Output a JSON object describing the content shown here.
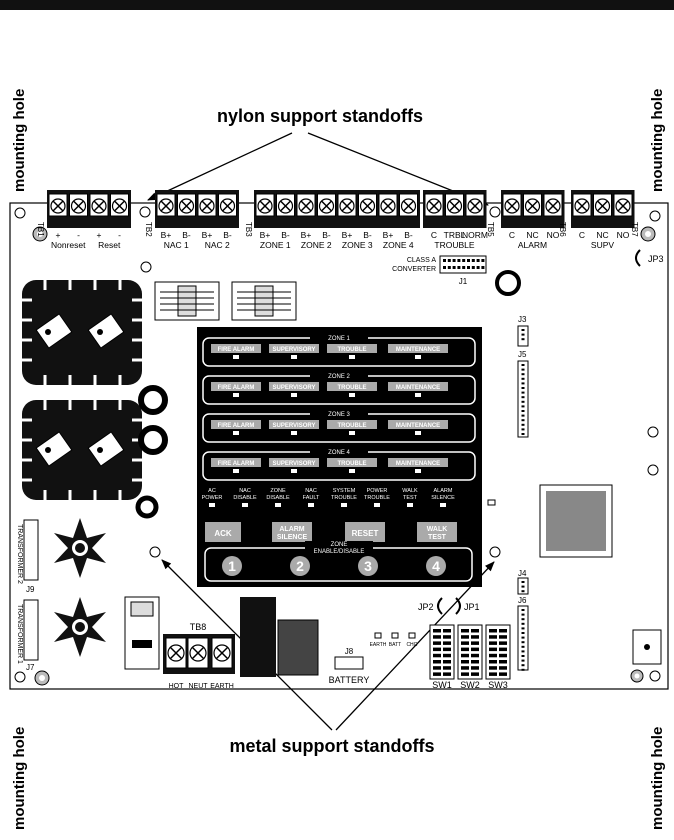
{
  "callouts": {
    "top": "nylon support standoffs",
    "bottom": "metal support standoffs",
    "mounting_hole": "mounting hole"
  },
  "terminal_blocks": {
    "tb1": {
      "id": "TB1",
      "pins": [
        "+",
        "-",
        "+",
        "-"
      ],
      "groups": [
        "Nonreset",
        "Reset"
      ]
    },
    "tb2": {
      "id": "TB2",
      "pins": [
        "B+",
        "B-",
        "B+",
        "B-"
      ],
      "groups": [
        "NAC 1",
        "NAC 2"
      ]
    },
    "tb3": {
      "id": "TB3",
      "pins": [
        "B+",
        "B-",
        "B+",
        "B-",
        "B+",
        "B-",
        "B+",
        "B-"
      ],
      "groups": [
        "ZONE 1",
        "ZONE 2",
        "ZONE 3",
        "ZONE 4"
      ]
    },
    "tb5": {
      "id": "TB5",
      "pins": [
        "C",
        "TRBL",
        "NORM"
      ],
      "groups": [
        "TROUBLE"
      ]
    },
    "tb6": {
      "id": "TB6",
      "pins": [
        "C",
        "NC",
        "NO"
      ],
      "groups": [
        "ALARM"
      ]
    },
    "tb7": {
      "id": "TB7",
      "pins": [
        "C",
        "NC",
        "NO"
      ],
      "groups": [
        "SUPV"
      ]
    },
    "tb8": {
      "id": "TB8",
      "pins": [
        "HOT",
        "NEUT",
        "EARTH"
      ]
    }
  },
  "board_labels": {
    "class_a": "CLASS A",
    "converter": "CONVERTER",
    "j1": "J1",
    "j3": "J3",
    "j4": "J4",
    "j5": "J5",
    "j6": "J6",
    "j7": "J7",
    "j8": "J8",
    "j9": "J9",
    "jp1": "JP1",
    "jp2": "JP2",
    "jp3": "JP3",
    "transformer2": "TRANSFORMER 2",
    "transformer1": "TRANSFORMER 1",
    "battery": "BATTERY",
    "earth": "EARTH",
    "batt": "BATT",
    "chg": "CHG",
    "switches": [
      "SW1",
      "SW2",
      "SW3"
    ]
  },
  "panel": {
    "zones": [
      {
        "title": "ZONE 1",
        "leds": [
          "FIRE ALARM",
          "SUPERVISORY",
          "TROUBLE",
          "MAINTENANCE"
        ]
      },
      {
        "title": "ZONE 2",
        "leds": [
          "FIRE ALARM",
          "SUPERVISORY",
          "TROUBLE",
          "MAINTENANCE"
        ]
      },
      {
        "title": "ZONE 3",
        "leds": [
          "FIRE ALARM",
          "SUPERVISORY",
          "TROUBLE",
          "MAINTENANCE"
        ]
      },
      {
        "title": "ZONE 4",
        "leds": [
          "FIRE ALARM",
          "SUPERVISORY",
          "TROUBLE",
          "MAINTENANCE"
        ]
      }
    ],
    "status": [
      [
        "AC",
        "POWER"
      ],
      [
        "NAC",
        "DISABLE"
      ],
      [
        "ZONE",
        "DISABLE"
      ],
      [
        "NAC",
        "FAULT"
      ],
      [
        "SYSTEM",
        "TROUBLE"
      ],
      [
        "POWER",
        "TROUBLE"
      ],
      [
        "WALK",
        "TEST"
      ],
      [
        "ALARM",
        "SILENCE"
      ]
    ],
    "buttons": {
      "ack": "ACK",
      "alarm_silence": [
        "ALARM",
        "SILENCE"
      ],
      "reset": "RESET",
      "walk_test": [
        "WALK",
        "TEST"
      ]
    },
    "zone_enable": [
      "ZONE",
      "ENABLE/DISABLE"
    ],
    "zone_buttons": [
      "1",
      "2",
      "3",
      "4"
    ]
  }
}
